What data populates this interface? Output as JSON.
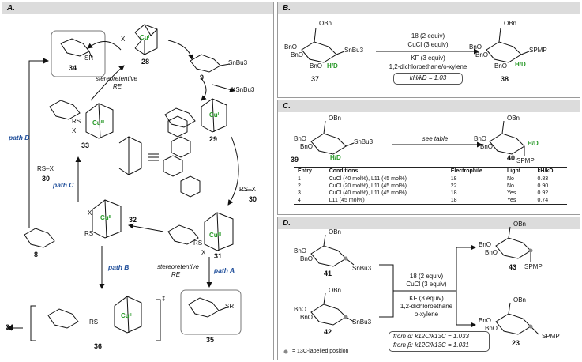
{
  "panels": {
    "a": {
      "label": "A."
    },
    "b": {
      "label": "B."
    },
    "c": {
      "label": "C."
    },
    "d": {
      "label": "D."
    }
  },
  "panel_a": {
    "compounds": {
      "c34": "34",
      "c28": "28",
      "c9": "9",
      "c29": "29",
      "c30a": "30",
      "c33": "33",
      "c30b": "30",
      "c32": "32",
      "c31": "31",
      "c8": "8",
      "c35": "35",
      "c36": "36",
      "c34b": "34"
    },
    "reagents": {
      "snbu3": "SnBu3",
      "xsnbu3": "XSnBu3",
      "rsx_right": "RS–X",
      "rsx_left": "RS–X",
      "sr34": "SR",
      "sr35": "SR",
      "cu_i_28": "Cuᴵ",
      "cu_i_29": "Cuᴵ",
      "cu_iii_33": "Cuᴵᴵᴵ",
      "cu_iii_31": "Cuᴵᴵᴵ",
      "cu_ii_32": "Cuᴵᴵ",
      "cu_ii_36": "Cuᴵᴵ",
      "x": "X",
      "rs": "RS"
    },
    "paths": {
      "a": "path A",
      "b": "path B",
      "c": "path C",
      "d": "path D"
    },
    "notes": {
      "stereo_top_1": "stereoretentive",
      "stereo_top_2": "RE",
      "stereo_bot_1": "stereoretentive",
      "stereo_bot_2": "RE",
      "dagger": "‡"
    }
  },
  "panel_b": {
    "sm": "37",
    "product": "38",
    "reagent_top_1": "18 (2 equiv)",
    "reagent_top_2": "CuCl (3 equiv)",
    "reagent_bot_1": "KF (3 equiv)",
    "reagent_bot_2": "1,2-dichloroethane/o-xylene",
    "kie": "kH/kD = 1.03",
    "obn": "OBn",
    "bno": "BnO",
    "hd": "H/D",
    "snbu3": "SnBu3",
    "spmp": "SPMP"
  },
  "panel_c": {
    "sm": "39",
    "product": "40",
    "arrow_text": "see table",
    "hd": "H/D",
    "spmp": "SPMP",
    "obn": "OBn",
    "bno": "BnO",
    "snbu3": "SnBu3",
    "table": {
      "headers": [
        "Entry",
        "Conditions",
        "Electrophile",
        "Light",
        "kH/kD"
      ],
      "rows": [
        [
          "1",
          "CuCl (40 mol%), L11 (45 mol%)",
          "18",
          "No",
          "0.83"
        ],
        [
          "2",
          "CuCl (20 mol%), L11 (45 mol%)",
          "22",
          "No",
          "0.90"
        ],
        [
          "3",
          "CuCl (40 mol%), L11 (45 mol%)",
          "18",
          "Yes",
          "0.92"
        ],
        [
          "4",
          "L11 (45 mol%)",
          "18",
          "Yes",
          "0.74"
        ]
      ]
    }
  },
  "panel_d": {
    "sm_alpha": "41",
    "sm_beta": "42",
    "prod_top": "43",
    "prod_bot": "23",
    "reagent_top_1": "18 (2 equiv)",
    "reagent_top_2": "CuCl (3 equiv)",
    "reagent_bot_1": "KF (3 equiv)",
    "reagent_bot_2": "1,2-dichloroethane",
    "reagent_bot_3": "o-xylene",
    "kie_alpha": "from α: k12C/k13C = 1.033",
    "kie_beta": "from β: k12C/k13C = 1.031",
    "legend": "= 13C-labelled position",
    "obn": "OBn",
    "bno": "BnO",
    "snbu3": "SnBu3",
    "spmp": "SPMP"
  }
}
